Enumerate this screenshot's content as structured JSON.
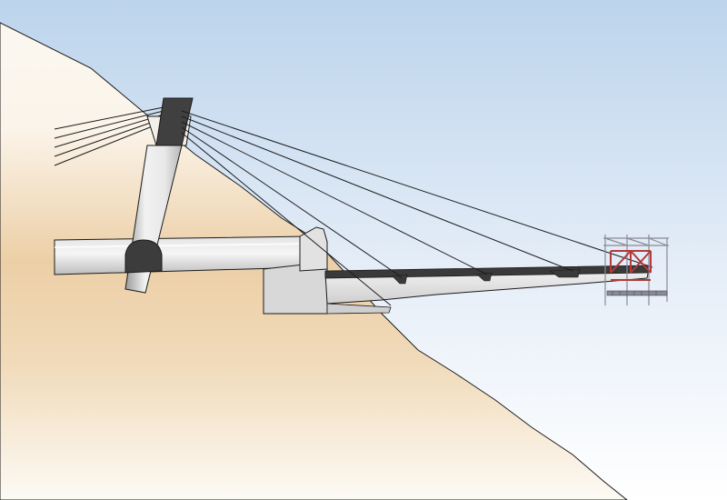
{
  "diagram": {
    "components": [
      {
        "id": "sky",
        "kind": "background"
      },
      {
        "id": "rock-slope",
        "kind": "terrain"
      },
      {
        "id": "inclined-pylon",
        "kind": "structure"
      },
      {
        "id": "stay-cables",
        "kind": "cable-group",
        "count": 5,
        "side": "bridge"
      },
      {
        "id": "backstay-cables",
        "kind": "cable-group",
        "count": 5,
        "side": "anchorage"
      },
      {
        "id": "access-tunnel",
        "kind": "structure"
      },
      {
        "id": "abutment",
        "kind": "structure"
      },
      {
        "id": "cantilever-deck",
        "kind": "structure"
      },
      {
        "id": "cable-anchors",
        "kind": "detail",
        "count": 3
      },
      {
        "id": "form-traveller",
        "kind": "temporary-works"
      }
    ]
  },
  "colors": {
    "sky_top": "#bcd4ec",
    "sky_bottom": "#ffffff",
    "rock_mid": "#eccfa6",
    "rock_light": "#fbf7f0",
    "concrete": "#d2d2d2",
    "concrete_dark": "#555555",
    "deck_top": "#3a3a3a",
    "cable": "#1c1c1c",
    "traveller_red": "#b23a3a",
    "traveller_grey": "#8a8a96"
  }
}
